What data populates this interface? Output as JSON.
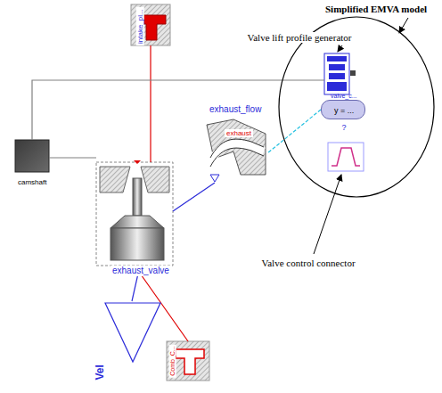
{
  "diagram": {
    "nodes": [
      {
        "text": [
          "intake_pl..."
        ]
      },
      {
        "text": [
          "camshaft"
        ]
      },
      {
        "text": [
          "exhaust_flow",
          "exhaust"
        ]
      },
      {
        "text": [
          "exhaust_valve"
        ]
      },
      {
        "text": [
          "Simplified EMVA model"
        ]
      },
      {
        "text": [
          "Valve lift profile generator"
        ],
        "in": 4
      },
      {
        "text": [
          "valve_c...",
          "y = ...",
          "?"
        ],
        "in": 4
      },
      {
        "text": [
          "Valve control connector"
        ],
        "in": 4
      },
      {
        "text": [
          "Vel"
        ]
      },
      {
        "text": [
          "Comb_C..."
        ]
      }
    ],
    "edges": [
      {
        "from": 0,
        "to": 3,
        "arrow": "none"
      },
      {
        "from": 1,
        "to": 5,
        "arrow": "none"
      },
      {
        "from": 1,
        "to": 3,
        "arrow": "none"
      },
      {
        "from": 6,
        "to": 2,
        "arrow": "none"
      },
      {
        "from": 2,
        "to": 3,
        "arrow": "none"
      },
      {
        "from": 3,
        "to": 8,
        "arrow": "none"
      },
      {
        "from": 3,
        "to": 9,
        "arrow": "none"
      }
    ]
  }
}
